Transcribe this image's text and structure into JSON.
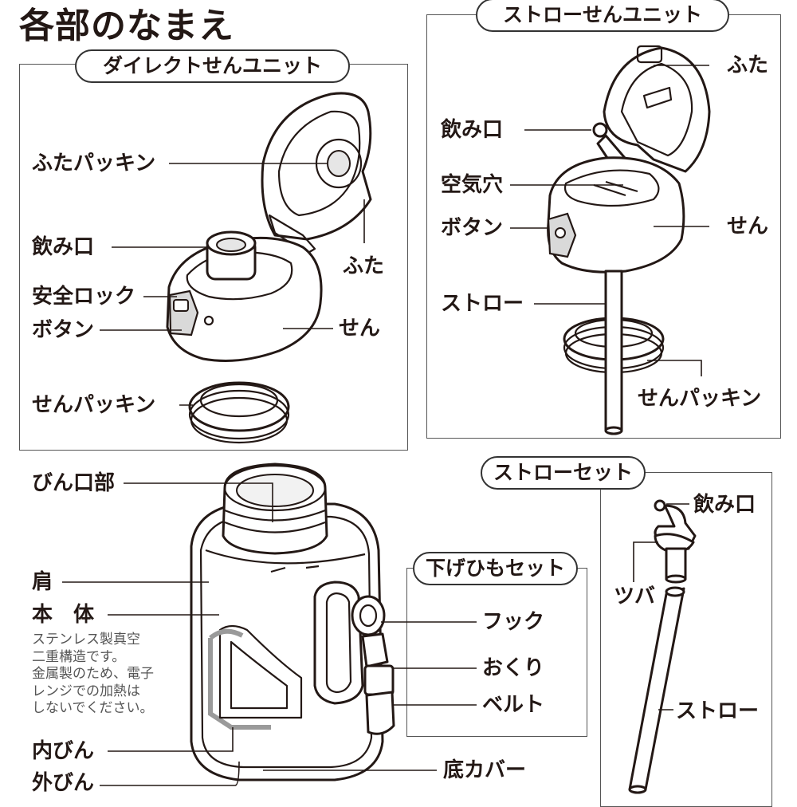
{
  "title": "各部のなまえ",
  "sections": {
    "direct_unit": "ダイレクトせんユニット",
    "straw_unit": "ストローせんユニット",
    "straw_set": "ストローセット",
    "strap_set": "下げひもセット"
  },
  "direct_unit_labels": {
    "lid_gasket": "ふたパッキン",
    "mouthpiece": "飲み口",
    "safety_lock": "安全ロック",
    "button": "ボタン",
    "stopper_gasket": "せんパッキン",
    "lid": "ふた",
    "stopper": "せん"
  },
  "straw_unit_labels": {
    "lid": "ふた",
    "mouthpiece": "飲み口",
    "air_hole": "空気穴",
    "button": "ボタン",
    "stopper": "せん",
    "straw": "ストロー",
    "stopper_gasket": "せんパッキン"
  },
  "body_labels": {
    "bottle_mouth": "びん口部",
    "shoulder": "肩",
    "body": "本　体",
    "inner_bottle": "内びん",
    "outer_bottle": "外びん",
    "bottom_cover": "底カバー"
  },
  "body_note": [
    "ステンレス製真空",
    "二重構造です。",
    "金属製のため、電子",
    "レンジでの加熱は",
    "しないでください。"
  ],
  "strap_labels": {
    "hook": "フック",
    "loop": "おくり",
    "belt": "ベルト"
  },
  "straw_set_labels": {
    "mouthpiece": "飲み口",
    "flange": "ツバ",
    "straw": "ストロー"
  }
}
